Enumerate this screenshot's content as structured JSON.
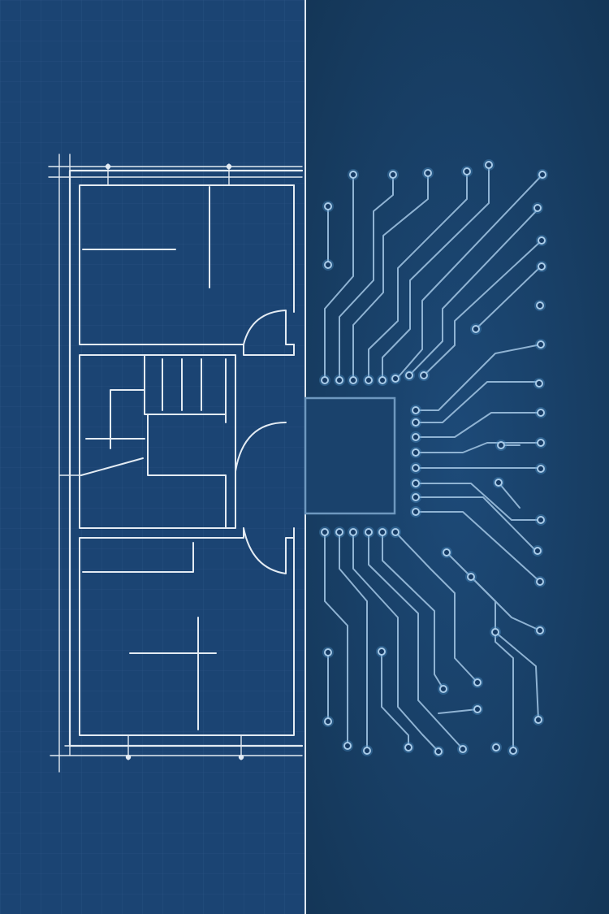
{
  "colors": {
    "blueprint_bg": "#1b4473",
    "grid_line": "#3b6696",
    "grid_line_major": "#4f79a8",
    "blueprint_ink": "#e3ebf3",
    "divider": "#dfe8f1",
    "pcb_bg": "#173d66",
    "pcb_trace": "#8fb3d3",
    "pcb_pad_ring": "#a9cbe8",
    "pcb_pad_glow": "#4f94cc",
    "chip_fill": "#1a426c",
    "chip_border": "#6e98bf"
  },
  "scene": {
    "left_half": "architectural-floor-plan",
    "right_half": "circuit-board-traces",
    "center": "microchip"
  }
}
